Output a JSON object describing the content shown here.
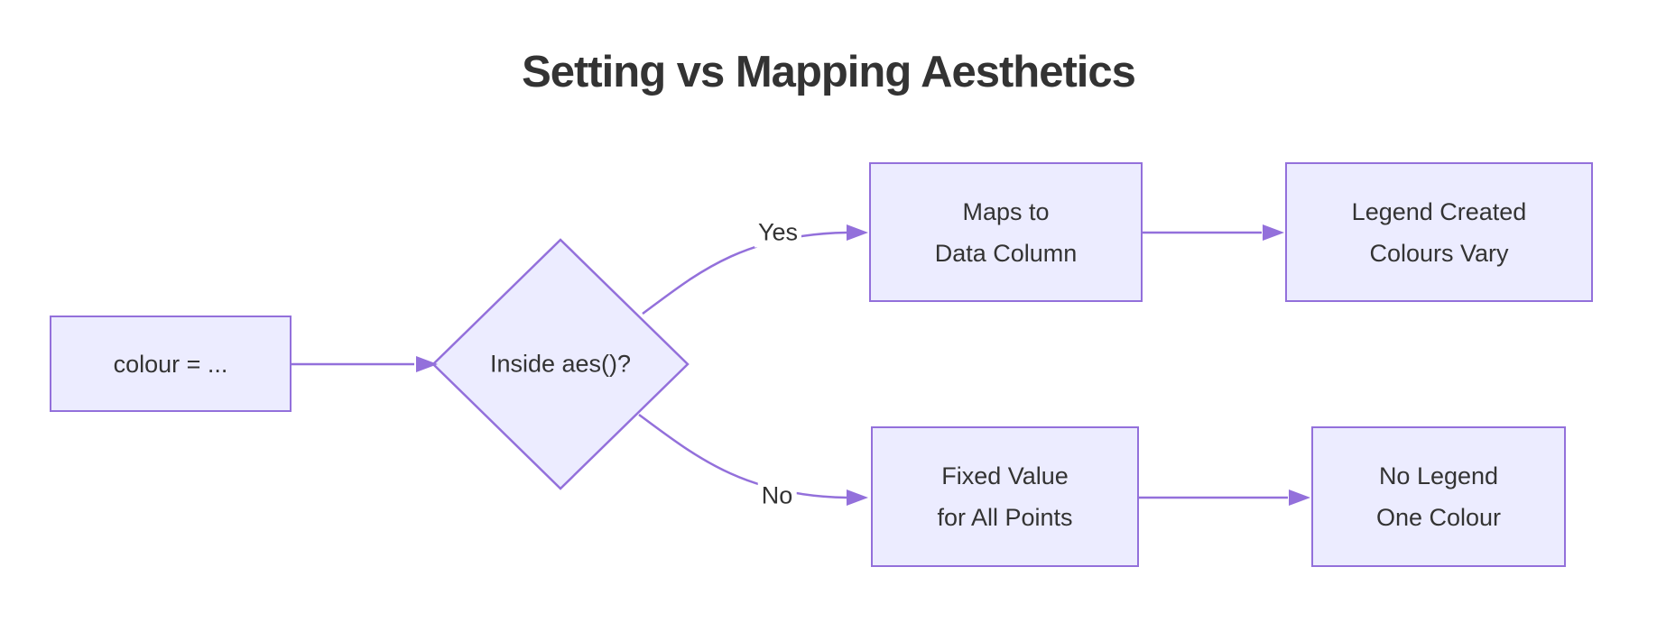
{
  "title": "Setting vs Mapping Aesthetics",
  "colors": {
    "node_fill": "#ECECFF",
    "node_border": "#9370DB",
    "edge_line": "#9370DB",
    "text": "#333333",
    "background": "#ffffff"
  },
  "nodes": {
    "input": {
      "label": "colour = ..."
    },
    "decision": {
      "label": "Inside aes()?"
    },
    "maps": {
      "line1": "Maps to",
      "line2": "Data Column"
    },
    "legend_created": {
      "line1": "Legend Created",
      "line2": "Colours Vary"
    },
    "fixed_value": {
      "line1": "Fixed Value",
      "line2": "for All Points"
    },
    "no_legend": {
      "line1": "No Legend",
      "line2": "One Colour"
    }
  },
  "edges": {
    "yes_label": "Yes",
    "no_label": "No"
  }
}
